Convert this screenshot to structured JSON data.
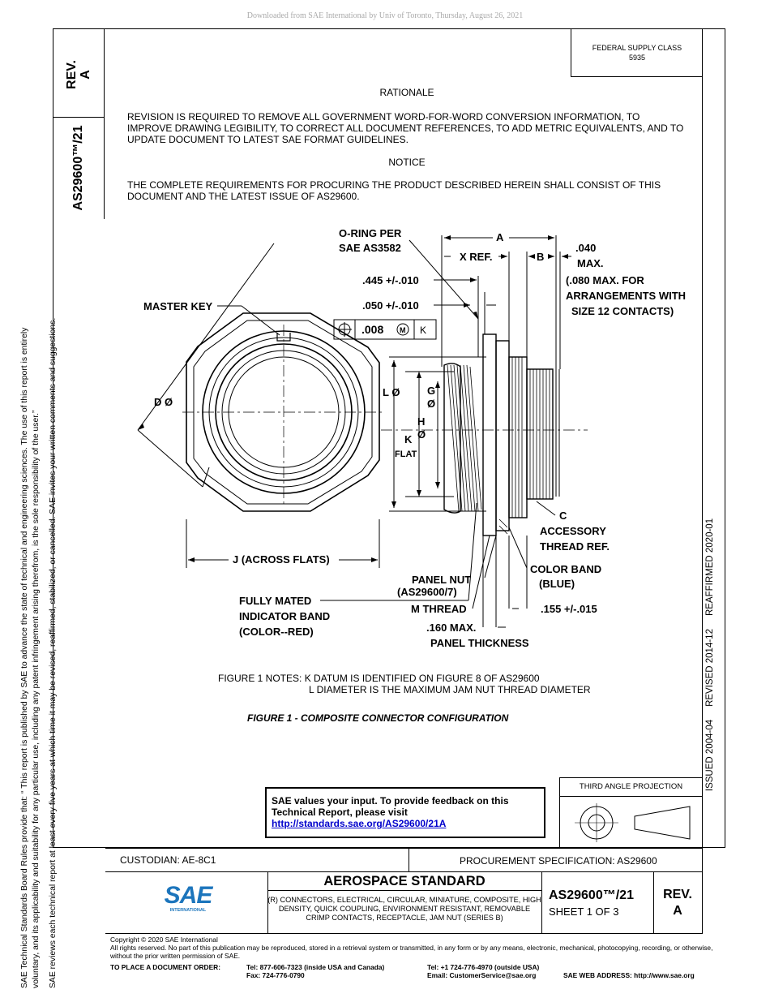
{
  "download_notice": "Downloaded from SAE International by Univ of Toronto, Thursday, August 26, 2021",
  "federal_supply": {
    "line1": "FEDERAL SUPPLY CLASS",
    "line2": "5935"
  },
  "side": {
    "rev": "REV.",
    "rev_letter": "A",
    "doc_number": "AS29600™/21",
    "rules_1": "SAE Technical Standards Board Rules provide that: “ This report is published by SAE to advance the state of technical and engineering sciences. The use of this report is entirely",
    "rules_2": "voluntary, and its applicability and suitability for any particular use, including any patent infringement arising therefrom, is the sole responsibility of the user.”",
    "rules_3": "SAE reviews each technical report at least every five years at which time it may be revised, reaffirmed, stabilized, or cancelled. SAE invites your written comments and suggestions.",
    "history": "ISSUED 2004-04     REVISED 2014-12     REAFFIRMED 2020-01"
  },
  "rationale": {
    "heading": "RATIONALE",
    "body": "REVISION IS REQUIRED TO REMOVE ALL GOVERNMENT WORD-FOR-WORD CONVERSION INFORMATION,  TO IMPROVE DRAWING LEGIBILITY, TO CORRECT ALL DOCUMENT REFERENCES, TO ADD METRIC EQUIVALENTS, AND TO UPDATE DOCUMENT TO LATEST SAE FORMAT GUIDELINES."
  },
  "notice": {
    "heading": "NOTICE",
    "body": "THE COMPLETE REQUIREMENTS FOR PROCURING THE PRODUCT DESCRIBED HEREIN SHALL CONSIST OF THIS DOCUMENT AND THE LATEST ISSUE OF AS29600."
  },
  "figure_labels": {
    "oring_1": "O-RING PER",
    "oring_2": "SAE AS3582",
    "a": "A",
    "x_ref": "X REF.",
    "b": "B",
    "dim_040": ".040",
    "max": "MAX.",
    "note_080_1": "(.080 MAX. FOR",
    "note_080_2": "ARRANGEMENTS WITH",
    "note_080_3": "SIZE 12 CONTACTS)",
    "dim_445": ".445 +/-.010",
    "dim_050": ".050 +/-.010",
    "master_key": "MASTER KEY",
    "tol_value": ".008",
    "tol_mod": "M",
    "tol_datum": "K",
    "d_dia": "D Ø",
    "l_dia": "L Ø",
    "g": "G",
    "g_dia": "Ø",
    "h": "H",
    "h_dia": "Ø",
    "k": "K",
    "flat": "FLAT",
    "c": "C",
    "accessory_1": "ACCESSORY",
    "accessory_2": "THREAD REF.",
    "j_flats": "J (ACROSS FLATS)",
    "panel_nut_1": "PANEL NUT",
    "panel_nut_2": "(AS29600/7)",
    "color_band_1": "COLOR BAND",
    "color_band_2": "(BLUE)",
    "fully_mated_1": "FULLY MATED",
    "fully_mated_2": "INDICATOR BAND",
    "fully_mated_3": "(COLOR--RED)",
    "m_thread": "M THREAD",
    "dim_155": ".155 +/-.015",
    "dim_160": ".160 MAX.",
    "panel_thickness": "PANEL THICKNESS"
  },
  "figure_notes": {
    "lead": "FIGURE 1 NOTES:",
    "note1": "K DATUM IS IDENTIFIED ON FIGURE 8 OF AS29600",
    "note2": "L DIAMETER IS THE MAXIMUM JAM NUT THREAD DIAMETER"
  },
  "figure_caption": "FIGURE 1 - COMPOSITE CONNECTOR CONFIGURATION",
  "feedback": {
    "text": "SAE values your input. To provide feedback on this Technical Report, please visit",
    "link": "http://standards.sae.org/AS29600/21A"
  },
  "projection": "THIRD ANGLE PROJECTION",
  "custodian": "CUSTODIAN: AE-8C1",
  "procurement": "PROCUREMENT SPECIFICATION: AS29600",
  "title_block": {
    "logo": "SAE",
    "logo_sub": "INTERNATIONAL",
    "standard": "AEROSPACE STANDARD",
    "description": "(R) CONNECTORS, ELECTRICAL, CIRCULAR, MINIATURE, COMPOSITE, HIGH DENSITY, QUICK COUPLING, ENVIRONMENT RESISTANT, REMOVABLE CRIMP CONTACTS, RECEPTACLE, JAM NUT (SERIES B)",
    "doc_number": "AS29600™/21",
    "sheet": "SHEET 1 OF 3",
    "rev": "REV.",
    "rev_letter": "A"
  },
  "footer": {
    "copyright": "Copyright © 2020 SAE International",
    "rights": "All rights reserved. No part of this publication may be reproduced, stored in a retrieval system or transmitted, in any form or by any means, electronic, mechanical, photocopying, recording, or otherwise, without the prior written permission of SAE.",
    "order_label": "TO PLACE A DOCUMENT ORDER:",
    "tel_us": "Tel: 877-606-7323 (inside USA and Canada)",
    "tel_intl": "Tel: +1 724-776-4970 (outside USA)",
    "fax": "Fax: 724-776-0790",
    "email": "Email: CustomerService@sae.org",
    "web": "SAE WEB ADDRESS: http://www.sae.org"
  }
}
